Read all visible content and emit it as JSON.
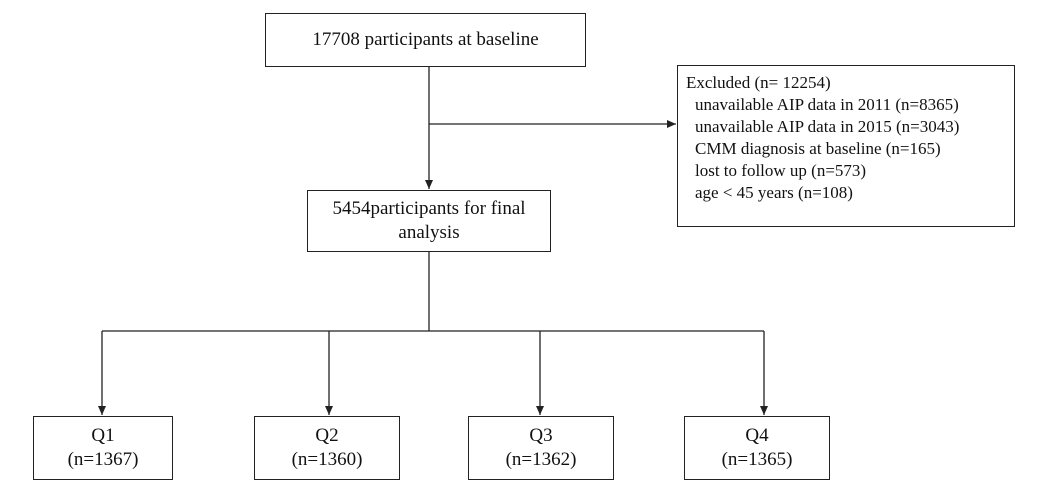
{
  "flowchart": {
    "baseline": "17708 participants at baseline",
    "excluded": {
      "title": "Excluded (n= 12254)",
      "items": [
        "unavailable AIP data in 2011 (n=8365)",
        "unavailable AIP data in 2015 (n=3043)",
        "CMM diagnosis at baseline (n=165)",
        "lost to follow up (n=573)",
        "age < 45 years (n=108)"
      ]
    },
    "final": {
      "line1": "5454participants for final",
      "line2": "analysis"
    },
    "groups": [
      {
        "name": "Q1",
        "n": "(n=1367)"
      },
      {
        "name": "Q2",
        "n": "(n=1360)"
      },
      {
        "name": "Q3",
        "n": "(n=1362)"
      },
      {
        "name": "Q4",
        "n": "(n=1365)"
      }
    ]
  }
}
